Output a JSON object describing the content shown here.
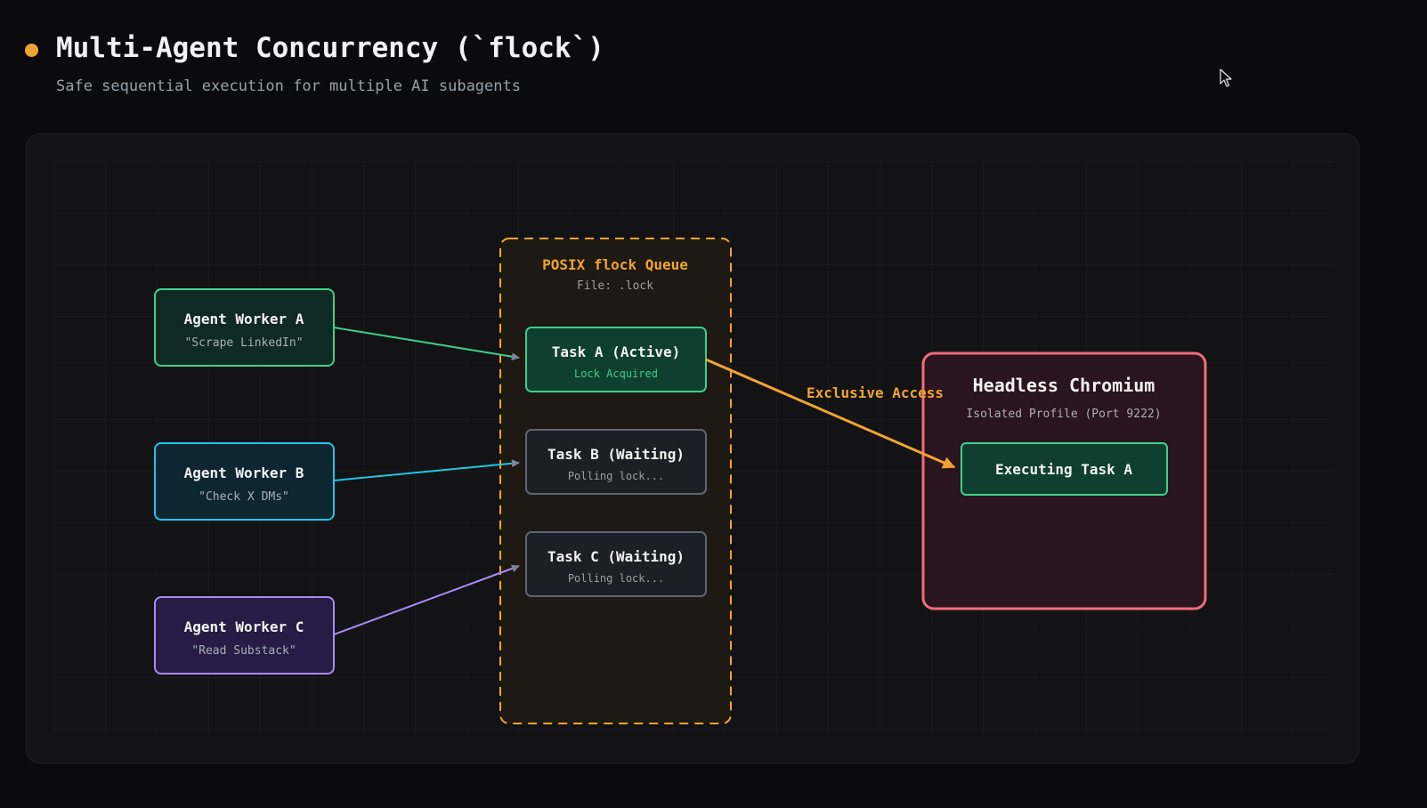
{
  "header": {
    "title": "Multi-Agent Concurrency (`flock`)",
    "subtitle": "Safe sequential execution for multiple AI subagents"
  },
  "agents": [
    {
      "name": "Agent Worker A",
      "task": "\"Scrape LinkedIn\"",
      "color": "#3ecf8e"
    },
    {
      "name": "Agent Worker B",
      "task": "\"Check X DMs\"",
      "color": "#22c3e6"
    },
    {
      "name": "Agent Worker C",
      "task": "\"Read Substack\"",
      "color": "#a78bfa"
    }
  ],
  "queue": {
    "title": "POSIX flock Queue",
    "file": "File: .lock",
    "color": "#f0a430",
    "tasks": [
      {
        "title": "Task A (Active)",
        "status": "Lock Acquired",
        "state": "active"
      },
      {
        "title": "Task B (Waiting)",
        "status": "Polling lock...",
        "state": "waiting"
      },
      {
        "title": "Task C (Waiting)",
        "status": "Polling lock...",
        "state": "waiting"
      }
    ]
  },
  "edge_label": "Exclusive Access",
  "browser": {
    "title": "Headless Chromium",
    "subtitle": "Isolated Profile (Port 9222)",
    "executing": "Executing Task A",
    "color": "#f06b7e"
  },
  "icons": [
    "title-dot-icon",
    "cursor-arrow-icon",
    "arrow-head-icon"
  ]
}
